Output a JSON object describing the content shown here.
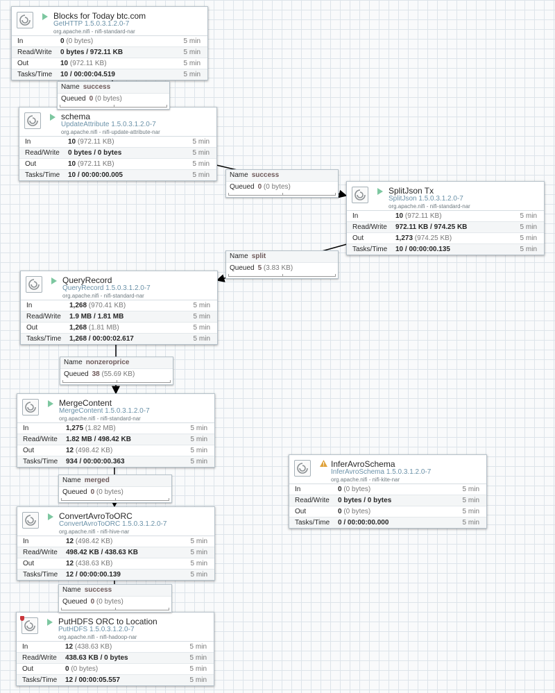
{
  "colors": {
    "running": "#7dc7a0",
    "warning": "#e0a33c",
    "invalid": "#c9363b",
    "type_text": "#6a91a8"
  },
  "processors": [
    {
      "id": "p1",
      "name": "Blocks for Today btc.com",
      "type": "GetHTTP 1.5.0.3.1.2.0-7",
      "bundle": "org.apache.nifi - nifi-standard-nar",
      "state": "running-icon",
      "stats": [
        {
          "label": "In",
          "value": "0",
          "sub": " (0 bytes)",
          "time": "5 min"
        },
        {
          "label": "Read/Write",
          "value": "0 bytes / 972.11 KB",
          "sub": "",
          "time": "5 min"
        },
        {
          "label": "Out",
          "value": "10",
          "sub": " (972.11 KB)",
          "time": "5 min"
        },
        {
          "label": "Tasks/Time",
          "value": "10 / 00:00:04.519",
          "sub": "",
          "time": "5 min"
        }
      ]
    },
    {
      "id": "p2",
      "name": "schema",
      "type": "UpdateAttribute 1.5.0.3.1.2.0-7",
      "bundle": "org.apache.nifi - nifi-update-attribute-nar",
      "state": "running-icon",
      "stats": [
        {
          "label": "In",
          "value": "10",
          "sub": " (972.11 KB)",
          "time": "5 min"
        },
        {
          "label": "Read/Write",
          "value": "0 bytes / 0 bytes",
          "sub": "",
          "time": "5 min"
        },
        {
          "label": "Out",
          "value": "10",
          "sub": " (972.11 KB)",
          "time": "5 min"
        },
        {
          "label": "Tasks/Time",
          "value": "10 / 00:00:00.005",
          "sub": "",
          "time": "5 min"
        }
      ]
    },
    {
      "id": "p3",
      "name": "SplitJson Tx",
      "type": "SplitJson 1.5.0.3.1.2.0-7",
      "bundle": "org.apache.nifi - nifi-standard-nar",
      "state": "running-icon",
      "stats": [
        {
          "label": "In",
          "value": "10",
          "sub": " (972.11 KB)",
          "time": "5 min"
        },
        {
          "label": "Read/Write",
          "value": "972.11 KB / 974.25 KB",
          "sub": "",
          "time": "5 min"
        },
        {
          "label": "Out",
          "value": "1,273",
          "sub": " (974.25 KB)",
          "time": "5 min"
        },
        {
          "label": "Tasks/Time",
          "value": "10 / 00:00:00.135",
          "sub": "",
          "time": "5 min"
        }
      ]
    },
    {
      "id": "p4",
      "name": "QueryRecord",
      "type": "QueryRecord 1.5.0.3.1.2.0-7",
      "bundle": "org.apache.nifi - nifi-standard-nar",
      "state": "running-icon",
      "stats": [
        {
          "label": "In",
          "value": "1,268",
          "sub": " (970.41 KB)",
          "time": "5 min"
        },
        {
          "label": "Read/Write",
          "value": "1.9 MB / 1.81 MB",
          "sub": "",
          "time": "5 min"
        },
        {
          "label": "Out",
          "value": "1,268",
          "sub": " (1.81 MB)",
          "time": "5 min"
        },
        {
          "label": "Tasks/Time",
          "value": "1,268 / 00:00:02.617",
          "sub": "",
          "time": "5 min"
        }
      ]
    },
    {
      "id": "p5",
      "name": "MergeContent",
      "type": "MergeContent 1.5.0.3.1.2.0-7",
      "bundle": "org.apache.nifi - nifi-standard-nar",
      "state": "running-icon",
      "stats": [
        {
          "label": "In",
          "value": "1,275",
          "sub": " (1.82 MB)",
          "time": "5 min"
        },
        {
          "label": "Read/Write",
          "value": "1.82 MB / 498.42 KB",
          "sub": "",
          "time": "5 min"
        },
        {
          "label": "Out",
          "value": "12",
          "sub": " (498.42 KB)",
          "time": "5 min"
        },
        {
          "label": "Tasks/Time",
          "value": "934 / 00:00:00.363",
          "sub": "",
          "time": "5 min"
        }
      ]
    },
    {
      "id": "p6",
      "name": "ConvertAvroToORC",
      "type": "ConvertAvroToORC 1.5.0.3.1.2.0-7",
      "bundle": "org.apache.nifi - nifi-hive-nar",
      "state": "running-icon",
      "stats": [
        {
          "label": "In",
          "value": "12",
          "sub": " (498.42 KB)",
          "time": "5 min"
        },
        {
          "label": "Read/Write",
          "value": "498.42 KB / 438.63 KB",
          "sub": "",
          "time": "5 min"
        },
        {
          "label": "Out",
          "value": "12",
          "sub": " (438.63 KB)",
          "time": "5 min"
        },
        {
          "label": "Tasks/Time",
          "value": "12 / 00:00:00.139",
          "sub": "",
          "time": "5 min"
        }
      ]
    },
    {
      "id": "p7",
      "name": "PutHDFS ORC to Location",
      "type": "PutHDFS 1.5.0.3.1.2.0-7",
      "bundle": "org.apache.nifi - nifi-hadoop-nar",
      "state": "running-icon",
      "stats": [
        {
          "label": "In",
          "value": "12",
          "sub": " (438.63 KB)",
          "time": "5 min"
        },
        {
          "label": "Read/Write",
          "value": "438.63 KB / 0 bytes",
          "sub": "",
          "time": "5 min"
        },
        {
          "label": "Out",
          "value": "0",
          "sub": " (0 bytes)",
          "time": "5 min"
        },
        {
          "label": "Tasks/Time",
          "value": "12 / 00:00:05.557",
          "sub": "",
          "time": "5 min"
        }
      ]
    },
    {
      "id": "p8",
      "name": "InferAvroSchema",
      "type": "InferAvroSchema 1.5.0.3.1.2.0-7",
      "bundle": "org.apache.nifi - nifi-kite-nar",
      "state": "warning-icon",
      "stats": [
        {
          "label": "In",
          "value": "0",
          "sub": " (0 bytes)",
          "time": "5 min"
        },
        {
          "label": "Read/Write",
          "value": "0 bytes / 0 bytes",
          "sub": "",
          "time": "5 min"
        },
        {
          "label": "Out",
          "value": "0",
          "sub": " (0 bytes)",
          "time": "5 min"
        },
        {
          "label": "Tasks/Time",
          "value": "0 / 00:00:00.000",
          "sub": "",
          "time": "5 min"
        }
      ]
    }
  ],
  "connections": [
    {
      "id": "c1",
      "name_label": "Name",
      "name": "success",
      "queued_label": "Queued",
      "queued": "0",
      "queued_size": " (0 bytes)"
    },
    {
      "id": "c2",
      "name_label": "Name",
      "name": "success",
      "queued_label": "Queued",
      "queued": "0",
      "queued_size": " (0 bytes)"
    },
    {
      "id": "c3",
      "name_label": "Name",
      "name": "split",
      "queued_label": "Queued",
      "queued": "5",
      "queued_size": " (3.83 KB)"
    },
    {
      "id": "c4",
      "name_label": "Name",
      "name": "nonzeroprice",
      "queued_label": "Queued",
      "queued": "38",
      "queued_size": " (55.69 KB)"
    },
    {
      "id": "c5",
      "name_label": "Name",
      "name": "merged",
      "queued_label": "Queued",
      "queued": "0",
      "queued_size": " (0 bytes)"
    },
    {
      "id": "c6",
      "name_label": "Name",
      "name": "success",
      "queued_label": "Queued",
      "queued": "0",
      "queued_size": " (0 bytes)"
    }
  ]
}
